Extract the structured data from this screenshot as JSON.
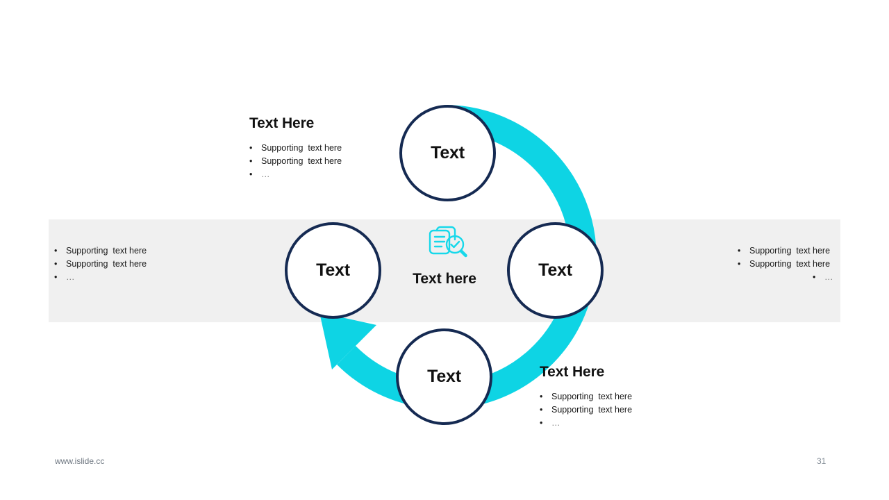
{
  "slide": {
    "background_color": "#ffffff",
    "band_color": "#f0f0f0",
    "accent_color": "#0ed4e4",
    "navy_color": "#152a52"
  },
  "center": {
    "icon_name": "document-check-magnifier-icon",
    "label": "Text here"
  },
  "nodes": [
    {
      "id": "top",
      "label": "Text"
    },
    {
      "id": "right",
      "label": "Text"
    },
    {
      "id": "bottom",
      "label": "Text"
    },
    {
      "id": "left",
      "label": "Text"
    }
  ],
  "blocks": {
    "top_left": {
      "heading": "Text Here",
      "bullets": [
        {
          "marker": "•",
          "text": "Supporting  text here",
          "muted": false
        },
        {
          "marker": "•",
          "text": "Supporting  text here",
          "muted": false
        },
        {
          "marker": "•",
          "text": "…",
          "muted": true
        }
      ]
    },
    "left": {
      "heading": "",
      "bullets": [
        {
          "marker": "•",
          "text": "Supporting  text here",
          "muted": false
        },
        {
          "marker": "•",
          "text": "Supporting  text here",
          "muted": false
        },
        {
          "marker": "•",
          "text": "…",
          "muted": true
        }
      ]
    },
    "right": {
      "heading": "",
      "bullets": [
        {
          "marker": "•",
          "text": "Supporting  text here",
          "muted": false
        },
        {
          "marker": "•",
          "text": "Supporting  text here",
          "muted": false
        },
        {
          "marker": "•",
          "text": "…",
          "muted": true
        }
      ]
    },
    "bottom_right": {
      "heading": "Text Here",
      "bullets": [
        {
          "marker": "•",
          "text": "Supporting  text here",
          "muted": false
        },
        {
          "marker": "•",
          "text": "Supporting  text here",
          "muted": false
        },
        {
          "marker": "•",
          "text": "…",
          "muted": true
        }
      ]
    }
  },
  "footer": {
    "url": "www.islide.cc",
    "page_number": "31"
  }
}
